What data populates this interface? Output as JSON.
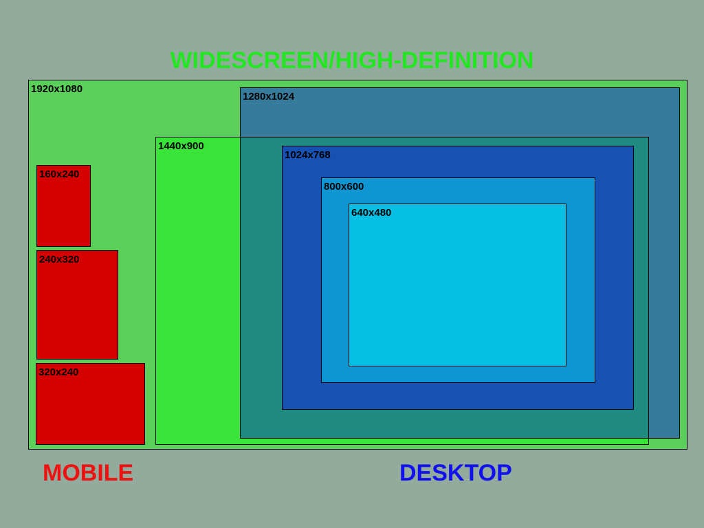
{
  "title": {
    "text": "WIDESCREEN/HIGH-DEFINITION",
    "color": "#22e622"
  },
  "resolutions": [
    {
      "id": "1920x1080",
      "label": "1920x1080",
      "color": "#5acf5a",
      "category": "widescreen"
    },
    {
      "id": "1280x1024",
      "label": "1280x1024",
      "color": "#377b9c",
      "category": "desktop"
    },
    {
      "id": "1440x900",
      "label": "1440x900",
      "color": "#37e437",
      "category": "widescreen"
    },
    {
      "id": "1024x768",
      "label": "1024x768",
      "color": "#1552b4",
      "category": "desktop"
    },
    {
      "id": "800x600",
      "label": "800x600",
      "color": "#0e96d2",
      "category": "desktop"
    },
    {
      "id": "640x480",
      "label": "640x480",
      "color": "#08c0e4",
      "category": "desktop"
    },
    {
      "id": "160x240",
      "label": "160x240",
      "color": "#d50000",
      "category": "mobile"
    },
    {
      "id": "240x320",
      "label": "240x320",
      "color": "#d50000",
      "category": "mobile"
    },
    {
      "id": "320x240",
      "label": "320x240",
      "color": "#d50000",
      "category": "mobile"
    }
  ],
  "overlap_color": "#1f8a80",
  "labels": {
    "mobile": {
      "text": "MOBILE",
      "color": "#ee1111"
    },
    "desktop": {
      "text": "DESKTOP",
      "color": "#1111ee"
    }
  }
}
